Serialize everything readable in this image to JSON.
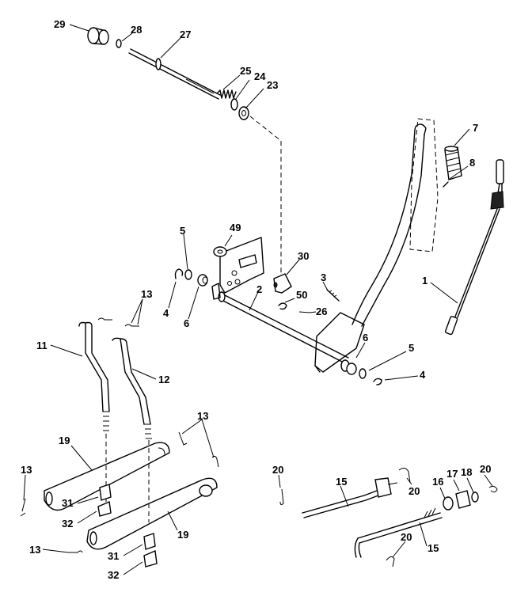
{
  "diagram": {
    "callouts": {
      "c29": "29",
      "c28": "28",
      "c27": "27",
      "c25": "25",
      "c24": "24",
      "c23": "23",
      "c7": "7",
      "c8": "8",
      "c49": "49",
      "c5a": "5",
      "c30": "30",
      "c3": "3",
      "c1": "1",
      "c2": "2",
      "c50": "50",
      "c26": "26",
      "c4a": "4",
      "c6a": "6",
      "c13a": "13",
      "c11": "11",
      "c12": "12",
      "c6b": "6",
      "c5b": "5",
      "c4b": "4",
      "c13b": "13",
      "c19a": "19",
      "c13c": "13",
      "c31a": "31",
      "c32a": "32",
      "c19b": "19",
      "c13d": "13",
      "c31b": "31",
      "c32b": "32",
      "c20a": "20",
      "c15a": "15",
      "c20b": "20",
      "c16": "16",
      "c17": "17",
      "c18": "18",
      "c20c": "20",
      "c20d": "20",
      "c15b": "15"
    }
  }
}
